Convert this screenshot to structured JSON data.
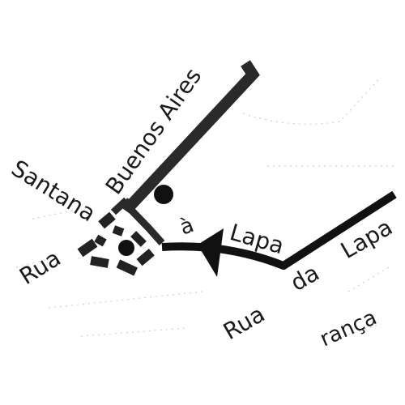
{
  "map": {
    "colors": {
      "ink": "#1a1a1a",
      "paper": "#ffffff",
      "grid": "#d0d0d0"
    },
    "labels": {
      "buenos_aires": "Buenos Aires",
      "santana": "Santana",
      "rua_left": "Rua",
      "a": "à",
      "lapa": "Lapa",
      "rua_da_lapa_rua": "Rua",
      "rua_da_lapa_da": "da",
      "rua_da_lapa_lapa": "Lapa",
      "francas": "rança"
    },
    "icons": {
      "direction": "arrowhead-icon",
      "location": "dot-icon"
    }
  }
}
